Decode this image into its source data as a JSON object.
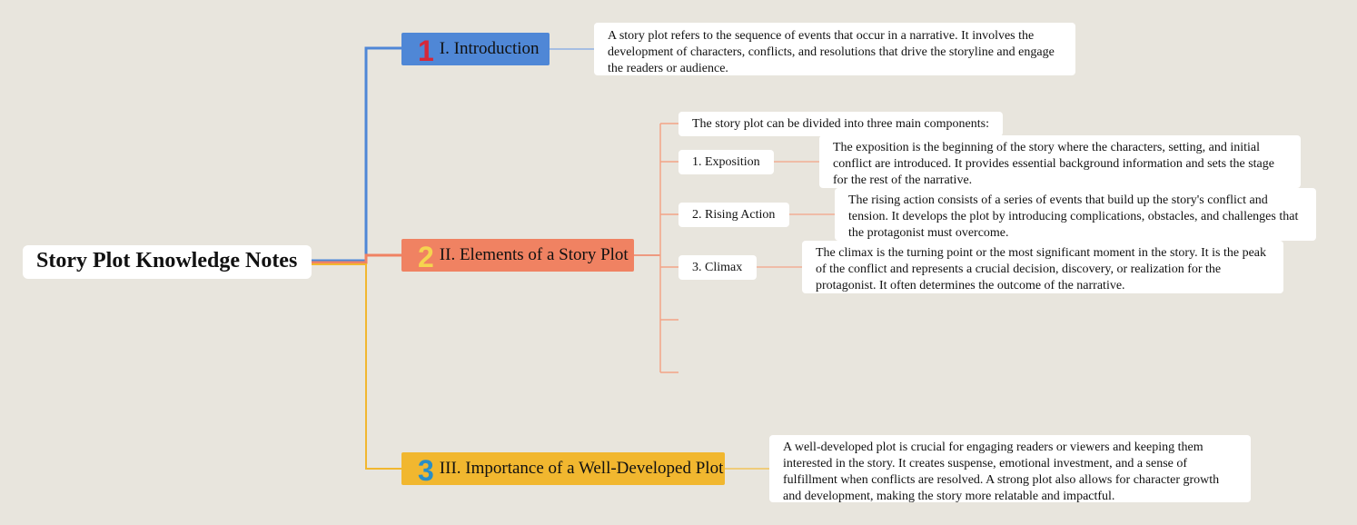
{
  "root": {
    "title": "Story Plot Knowledge Notes"
  },
  "colors": {
    "background": "#e8e5dd",
    "branch_1": "#4f87d6",
    "branch_2": "#f08262",
    "branch_3": "#f1b72f",
    "marker_1": "#d62839",
    "marker_2": "#f5d44f",
    "marker_3": "#2a8ec5"
  },
  "branches": [
    {
      "marker": "1",
      "label": "I. Introduction",
      "note": "A story plot refers to the sequence of events that occur in a narrative. It involves the development of characters, conflicts, and resolutions that drive the storyline and engage the readers or audience."
    },
    {
      "marker": "2",
      "label": "II. Elements of a Story Plot",
      "children": [
        {
          "label": "The story plot can be divided into three main components:"
        },
        {
          "label": "1. Exposition",
          "note": "The exposition is the beginning of the story where the characters, setting, and initial conflict are introduced. It provides essential background information and sets the stage for the rest of the narrative."
        },
        {
          "label": "2. Rising Action",
          "note": "The rising action consists of a series of events that build up the story's conflict and tension. It develops the plot by introducing complications, obstacles, and challenges that the protagonist must overcome."
        },
        {
          "label": "3. Climax",
          "note": "The climax is the turning point or the most significant moment in the story. It is the peak of the conflict and represents a crucial decision, discovery, or realization for the protagonist. It often determines the outcome of the narrative."
        }
      ]
    },
    {
      "marker": "3",
      "label": "III. Importance of a Well-Developed Plot",
      "note": "A well-developed plot is crucial for engaging readers or viewers and keeping them interested in the story. It creates suspense, emotional investment, and a sense of fulfillment when conflicts are resolved. A strong plot also allows for character growth and development, making the story more relatable and impactful."
    }
  ]
}
